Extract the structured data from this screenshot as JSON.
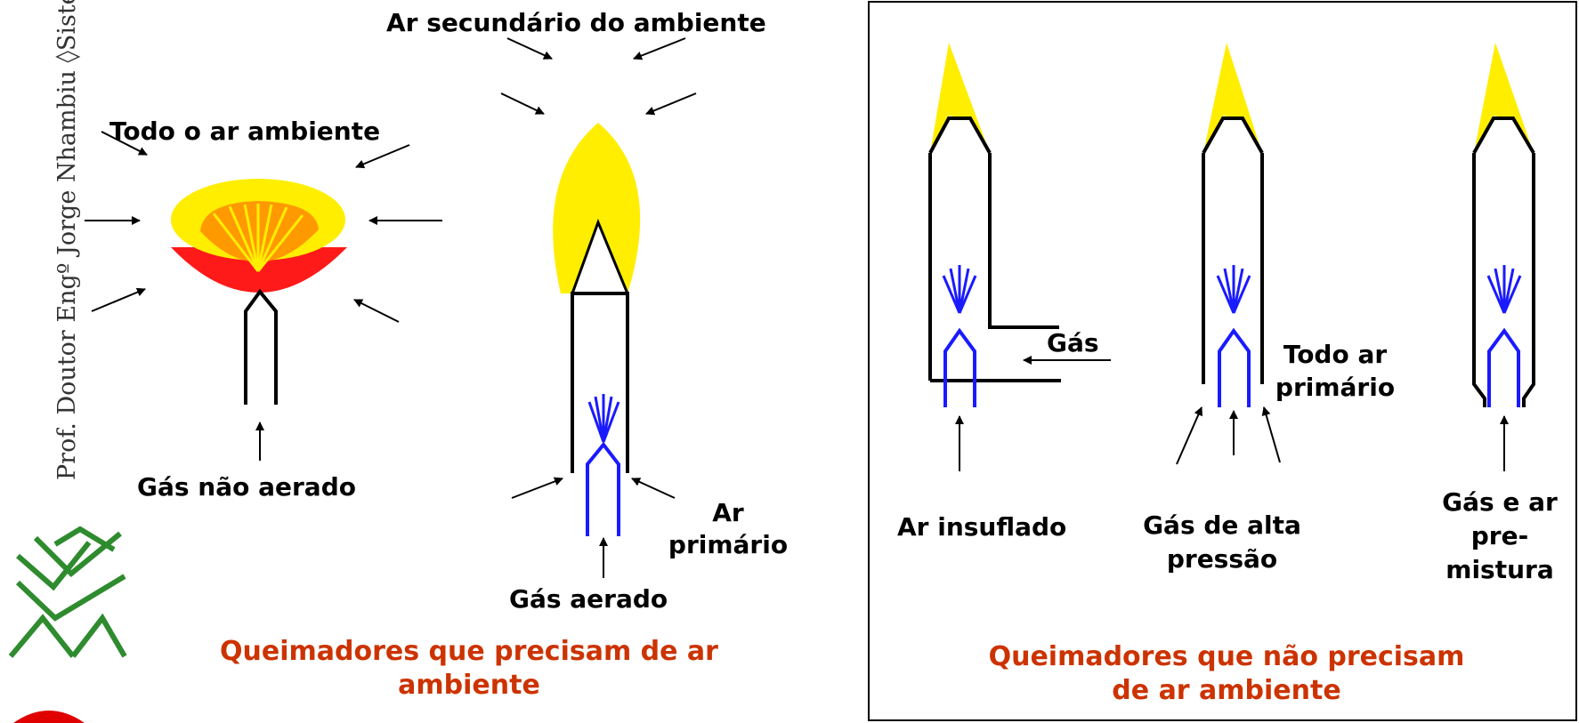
{
  "side_text": "Prof. Doutor Engº Jorge Nhambiu ◊Siste",
  "left_panel": {
    "label_secondary_air": "Ar secundário do ambiente",
    "label_all_ambient_air": "Todo o ar ambiente",
    "label_non_aerated_gas": "Gás não aerado",
    "label_primary_air_1": "Ar",
    "label_primary_air_2": "primário",
    "label_aerated_gas": "Gás aerado",
    "caption_line1": "Queimadores que precisam de ar",
    "caption_line2": "ambiente"
  },
  "right_panel": {
    "label_gas": "Gás",
    "label_all_primary_1": "Todo ar",
    "label_all_primary_2": "primário",
    "label_blown_air": "Ar insuflado",
    "label_high_pressure_1": "Gás de alta",
    "label_high_pressure_2": "pressão",
    "label_premix_1": "Gás e ar",
    "label_premix_2": "pre-",
    "label_premix_3": "mistura",
    "caption_line1": "Queimadores que não precisam",
    "caption_line2": "de ar ambiente"
  },
  "colors": {
    "flame_yellow": "#ffee00",
    "flame_red": "#ff1a1a",
    "flame_orange": "#ff9900",
    "gas_blue": "#1a1aff",
    "caption": "#cc3300",
    "logo_green": "#2e8b2e",
    "logo_red": "#e00000"
  }
}
